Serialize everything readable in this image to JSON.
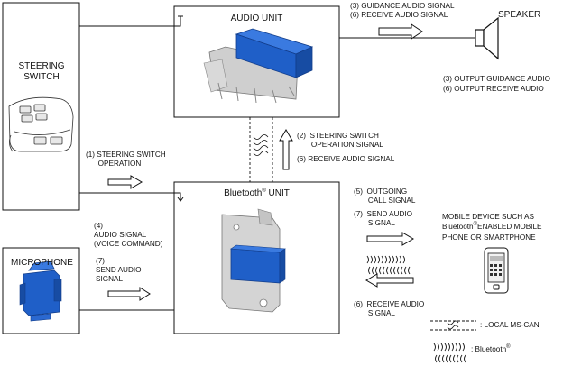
{
  "boxes": {
    "steering_switch": "STEERING\nSWITCH",
    "audio_unit": "AUDIO UNIT",
    "bluetooth_unit_prefix": "Bluetooth",
    "bluetooth_unit_sup": "®",
    "bluetooth_unit_suffix": " UNIT",
    "microphone": "MICROPHONE",
    "speaker": "SPEAKER"
  },
  "signals": {
    "guidance_audio_signal": "(3) GUIDANCE AUDIO SIGNAL",
    "receive_audio_signal_top": "(6) RECEIVE AUDIO SIGNAL",
    "output_guidance_audio": "(3) OUTPUT GUIDANCE AUDIO",
    "output_receive_audio": "(6) OUTPUT RECEIVE AUDIO",
    "steering_switch_operation": "(1) STEERING SWITCH\n      OPERATION",
    "steering_switch_operation_signal": "(2)  STEERING SWITCH\n       OPERATION SIGNAL",
    "receive_audio_signal_mid": "(6)  RECEIVE AUDIO SIGNAL",
    "audio_signal_voice": "(4)\nAUDIO SIGNAL\n(VOICE COMMAND)",
    "send_audio_signal_left": "(7)\nSEND AUDIO\nSIGNAL",
    "outgoing_call_signal": "(5)  OUTGOING\n       CALL SIGNAL",
    "send_audio_signal_right": "(7)  SEND AUDIO\n       SIGNAL",
    "receive_audio_signal_bottom": "(6)  RECEIVE AUDIO\n       SIGNAL"
  },
  "mobile_device": {
    "line1": "MOBILE DEVICE SUCH AS",
    "line2_prefix": "Bluetooth",
    "line2_sup": "®",
    "line2_suffix": "ENABLED MOBILE",
    "line3": "PHONE OR SMARTPHONE"
  },
  "legend": {
    "local_ms_can": ": LOCAL MS-CAN",
    "bluetooth_prefix": ": Bluetooth",
    "bluetooth_sup": "®"
  },
  "colors": {
    "unit_blue": "#1f5fc8",
    "unit_blue_dark": "#123d8a",
    "bracket_gray": "#c9c9c9",
    "line": "#111111"
  }
}
